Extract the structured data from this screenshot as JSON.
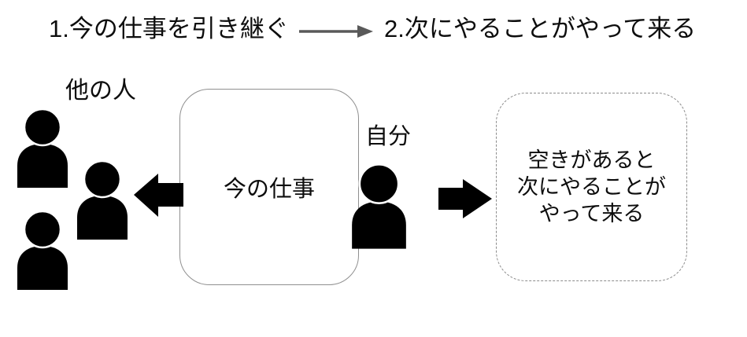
{
  "diagram": {
    "header": {
      "step1": "1.今の仕事を引き継ぐ",
      "step2": "2.次にやることがやって来る"
    },
    "left_group": {
      "label": "他の人",
      "person_count": 3
    },
    "center_box": {
      "label": "今の仕事"
    },
    "self": {
      "label": "自分"
    },
    "result_box": {
      "lines": [
        "空きがあると",
        "次にやることが",
        "やって来る"
      ]
    },
    "icons": {
      "title_arrow": "thin-right-arrow",
      "handoff_arrow": "block-arrow-left",
      "incoming_arrow": "block-arrow-right",
      "person": "person-silhouette"
    },
    "colors": {
      "background": "#ffffff",
      "text": "#0d0d0d",
      "title_arrow": "#595959",
      "solid_box_border": "#8f8f8f",
      "dashed_box_border": "#8c8c8c",
      "silhouette_fill": "#000000"
    }
  }
}
